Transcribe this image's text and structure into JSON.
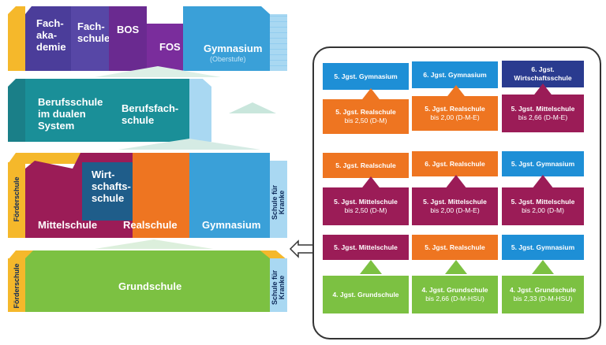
{
  "colors": {
    "yellow": "#f5b82b",
    "blue_light": "#3aa0d8",
    "blue_pale": "#a9d8f2",
    "indigo": "#4b3d9a",
    "purple": "#6a2a90",
    "teal": "#1a8f98",
    "magenta": "#9b1c57",
    "orange": "#ee7521",
    "green": "#7cc142",
    "navy": "#2a3b8f"
  },
  "left": {
    "top_row": {
      "fachakademie": "Fach-\naka-\ndemie",
      "fachschule": "Fach-\nschule",
      "bos": "BOS",
      "fos": "FOS",
      "gymnasium": "Gymnasium",
      "oberstufe": "(Oberstufe)"
    },
    "second_row": {
      "berufsschule": "Berufsschule\nim dualen\nSystem",
      "berufsfachschule": "Berufsfach-\nschule"
    },
    "third_row": {
      "foerderschule": "Förderschule",
      "wirtschaftsschule": "Wirt-\nschafts-\nschule",
      "mittelschule": "Mittelschule",
      "realschule": "Realschule",
      "gymnasium": "Gymnasium",
      "schule_kranke": "Schule für\nKranke"
    },
    "bottom_row": {
      "foerderschule": "Förderschule",
      "grundschule": "Grundschule",
      "schule_kranke": "Schule für\nKranke"
    }
  },
  "right": {
    "rows": [
      {
        "targets": [
          "5. Jgst. Gymnasium",
          "6. Jgst. Gymnasium",
          "6. Jgst.\nWirtschaftsschule"
        ],
        "sources": [
          {
            "title": "5. Jgst. Realschule",
            "sub": "bis 2,50  (D-M)"
          },
          {
            "title": "5. Jgst. Realschule",
            "sub": "bis 2,00 (D-M-E)"
          },
          {
            "title": "5. Jgst. Mittelschule",
            "sub": "bis 2,66 (D-M-E)"
          }
        ]
      },
      {
        "targets": [
          "5. Jgst. Realschule",
          "6. Jgst. Realschule",
          "5. Jgst. Gymnasium"
        ],
        "sources": [
          {
            "title": "5. Jgst. Mittelschule",
            "sub": "bis 2,50 (D-M)"
          },
          {
            "title": "5. Jgst. Mittelschule",
            "sub": "bis 2,00 (D-M-E)"
          },
          {
            "title": "5. Jgst. Mittelschule",
            "sub": "bis 2,00 (D-M)"
          }
        ]
      },
      {
        "targets": [
          "5. Jgst. Mittelschule",
          "5. Jgst. Realschule",
          "5. Jgst. Gymnasium"
        ],
        "sources": [
          {
            "title": "4. Jgst. Grundschule",
            "sub": ""
          },
          {
            "title": "4. Jgst. Grundschule",
            "sub": "bis 2,66  (D-M-HSU)"
          },
          {
            "title": "4. Jgst. Grundschule",
            "sub": "bis 2,33  (D-M-HSU)"
          }
        ]
      }
    ]
  }
}
